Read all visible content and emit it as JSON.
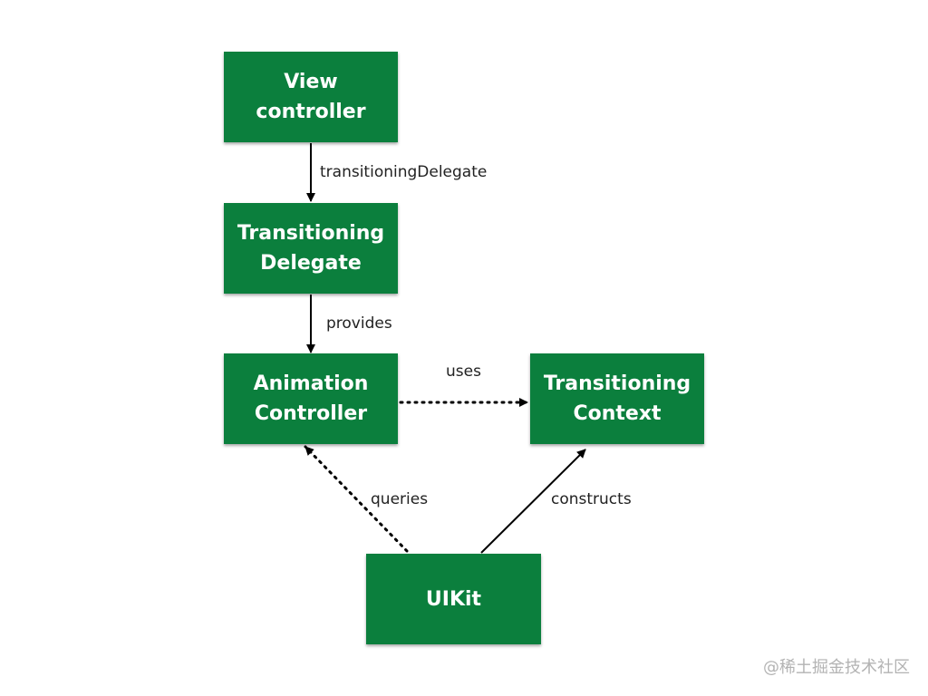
{
  "nodes": {
    "view_controller": "View controller",
    "transitioning_delegate": {
      "line1": "Transitioning",
      "line2": "Delegate"
    },
    "animation_controller": {
      "line1": "Animation",
      "line2": "Controller"
    },
    "transitioning_context": {
      "line1": "Transitioning",
      "line2": "Context"
    },
    "uikit": "UIKit"
  },
  "edges": {
    "vc_to_delegate": "transitioningDelegate",
    "delegate_to_animation": "provides",
    "animation_to_context": "uses",
    "uikit_to_animation": "queries",
    "uikit_to_context": "constructs"
  },
  "colors": {
    "node_fill": "#0b7f3d",
    "node_text": "#ffffff",
    "arrow": "#000000",
    "label_text": "#222222"
  },
  "watermark": "@稀土掘金技术社区"
}
